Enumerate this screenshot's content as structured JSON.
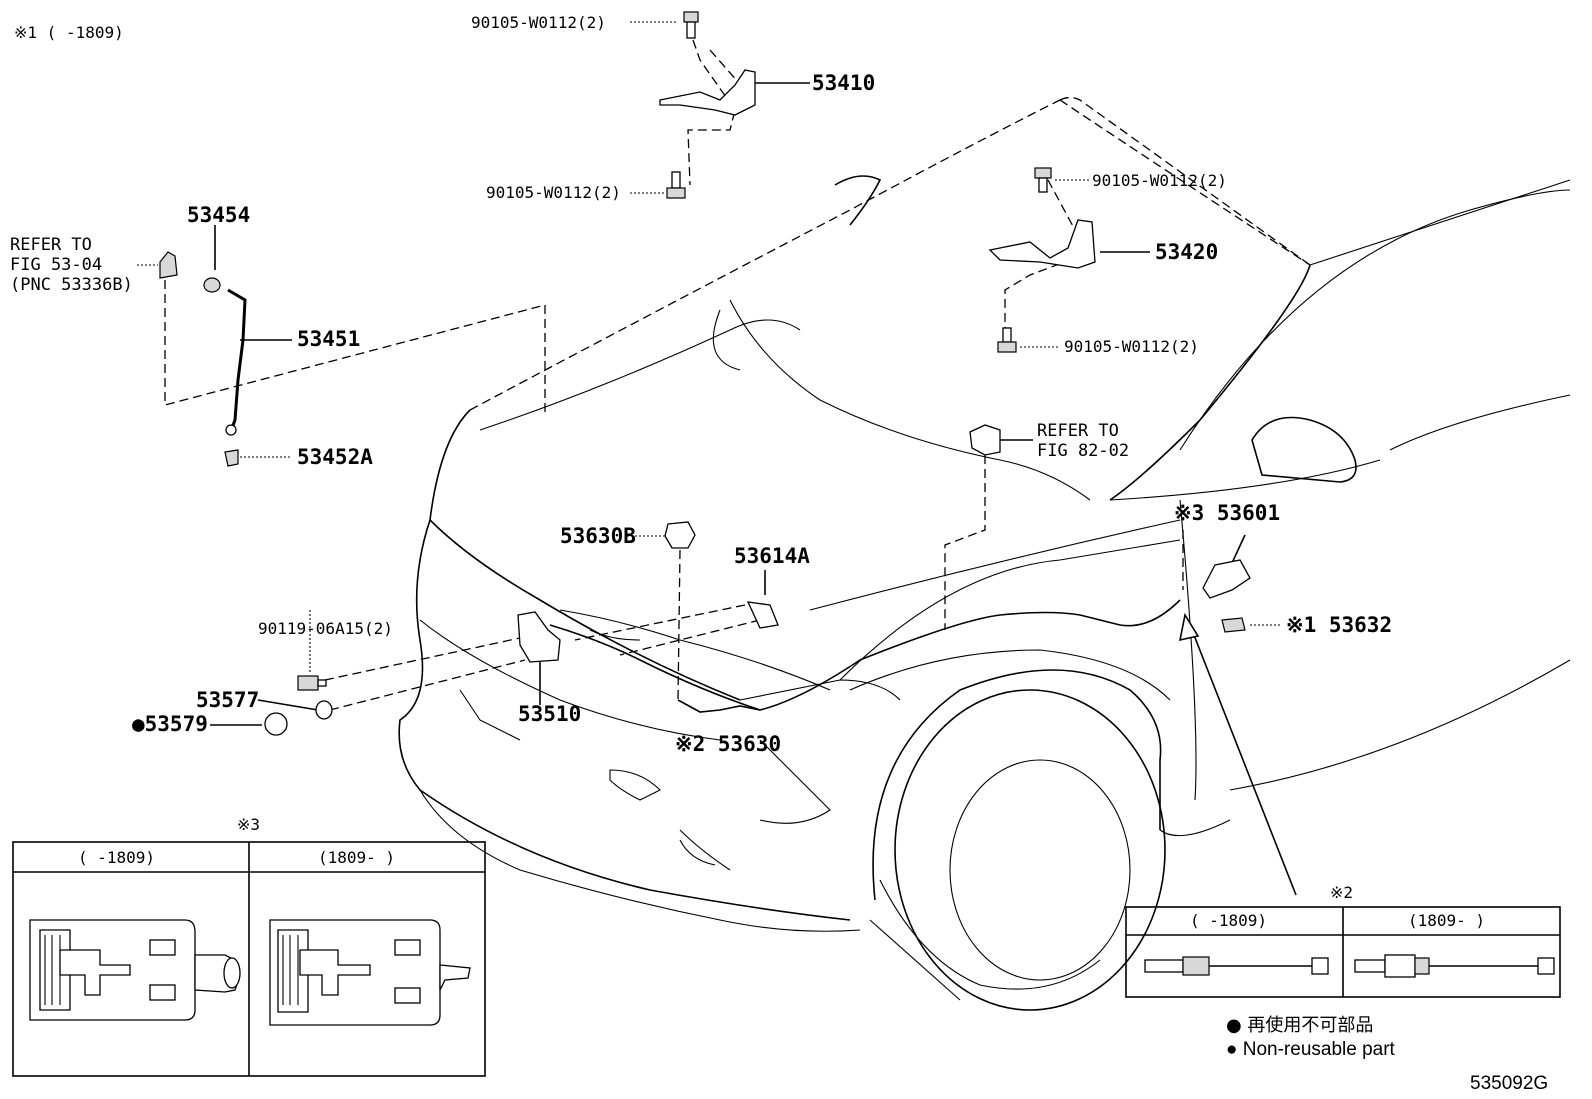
{
  "note_top": "※1 (      -1809)",
  "callouts": {
    "p53410": "53410",
    "p53420": "53420",
    "p53454": "53454",
    "p53451": "53451",
    "p53452a": "53452A",
    "p53630b": "53630B",
    "p53614a": "53614A",
    "p53510": "53510",
    "p53577": "53577",
    "p53579": "●53579",
    "p53630": "※2 53630",
    "p53601": "※3 53601",
    "p53632": "※1 53632",
    "bolt_a": "90105-W0112(2)",
    "bolt_b": "90105-W0112(2)",
    "bolt_c": "90105-W0112(2)",
    "bolt_d": "90105-W0112(2)",
    "bolt_e": "90119-06A15(2)"
  },
  "refs": {
    "ref1_line1": "REFER TO",
    "ref1_line2": "FIG 53-04",
    "ref1_line3": "(PNC 53336B)",
    "ref2_line1": "REFER TO",
    "ref2_line2": "FIG 82-02"
  },
  "inset3": {
    "title": "※3",
    "col1": "(     -1809)",
    "col2": "(1809-     )"
  },
  "inset2": {
    "title": "※2",
    "col1": "(     -1809)",
    "col2": "(1809-     )"
  },
  "legend": {
    "line1": "● 再使用不可部品",
    "line2": "● Non-reusable part"
  },
  "figure_id": "535092G"
}
